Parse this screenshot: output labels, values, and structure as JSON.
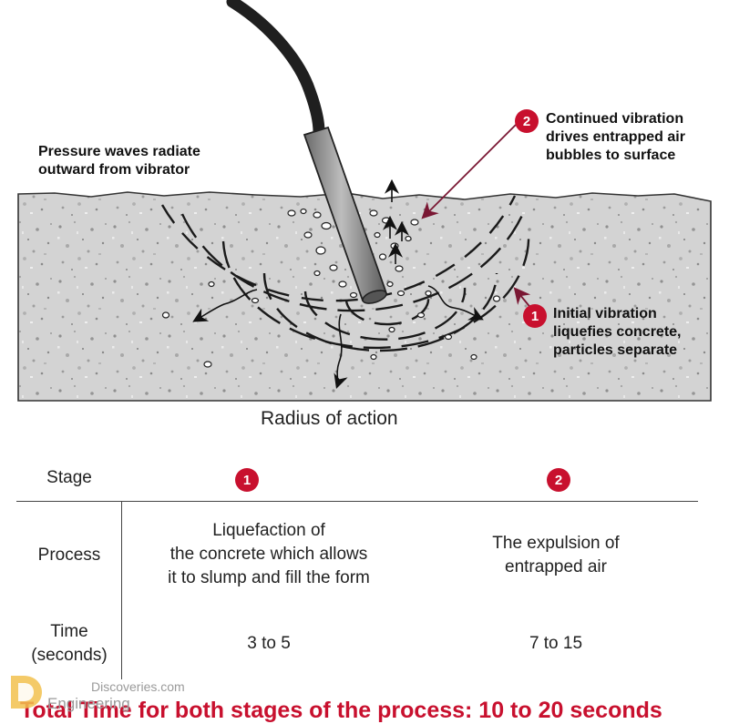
{
  "annotations": {
    "pressure_waves": [
      "Pressure waves radiate",
      "outward from vibrator"
    ],
    "stage2_note": [
      "Continued vibration",
      "drives entrapped air",
      "bubbles to surface"
    ],
    "stage1_note": [
      "Initial vibration",
      "liquefies concrete,",
      "particles separate"
    ],
    "badge_1": "1",
    "badge_2": "2"
  },
  "caption": "Radius of action",
  "table": {
    "stage_label": "Stage",
    "stage_1": "1",
    "stage_2": "2",
    "process_label": "Process",
    "process_1": [
      "Liquefaction of",
      "the concrete which allows",
      "it to slump and fill the form"
    ],
    "process_2": [
      "The expulsion of",
      "entrapped air"
    ],
    "time_label": [
      "Time",
      "(seconds)"
    ],
    "time_1": "3 to 5",
    "time_2": "7 to 15"
  },
  "footer": "Total Time for both stages of the process: 10 to 20 seconds",
  "watermark": {
    "line1": "Discoveries.com",
    "line2": "Engineering"
  },
  "colors": {
    "accent_red": "#c8102e",
    "arrow_maroon": "#7a1733",
    "concrete": "#d2d2d2"
  }
}
